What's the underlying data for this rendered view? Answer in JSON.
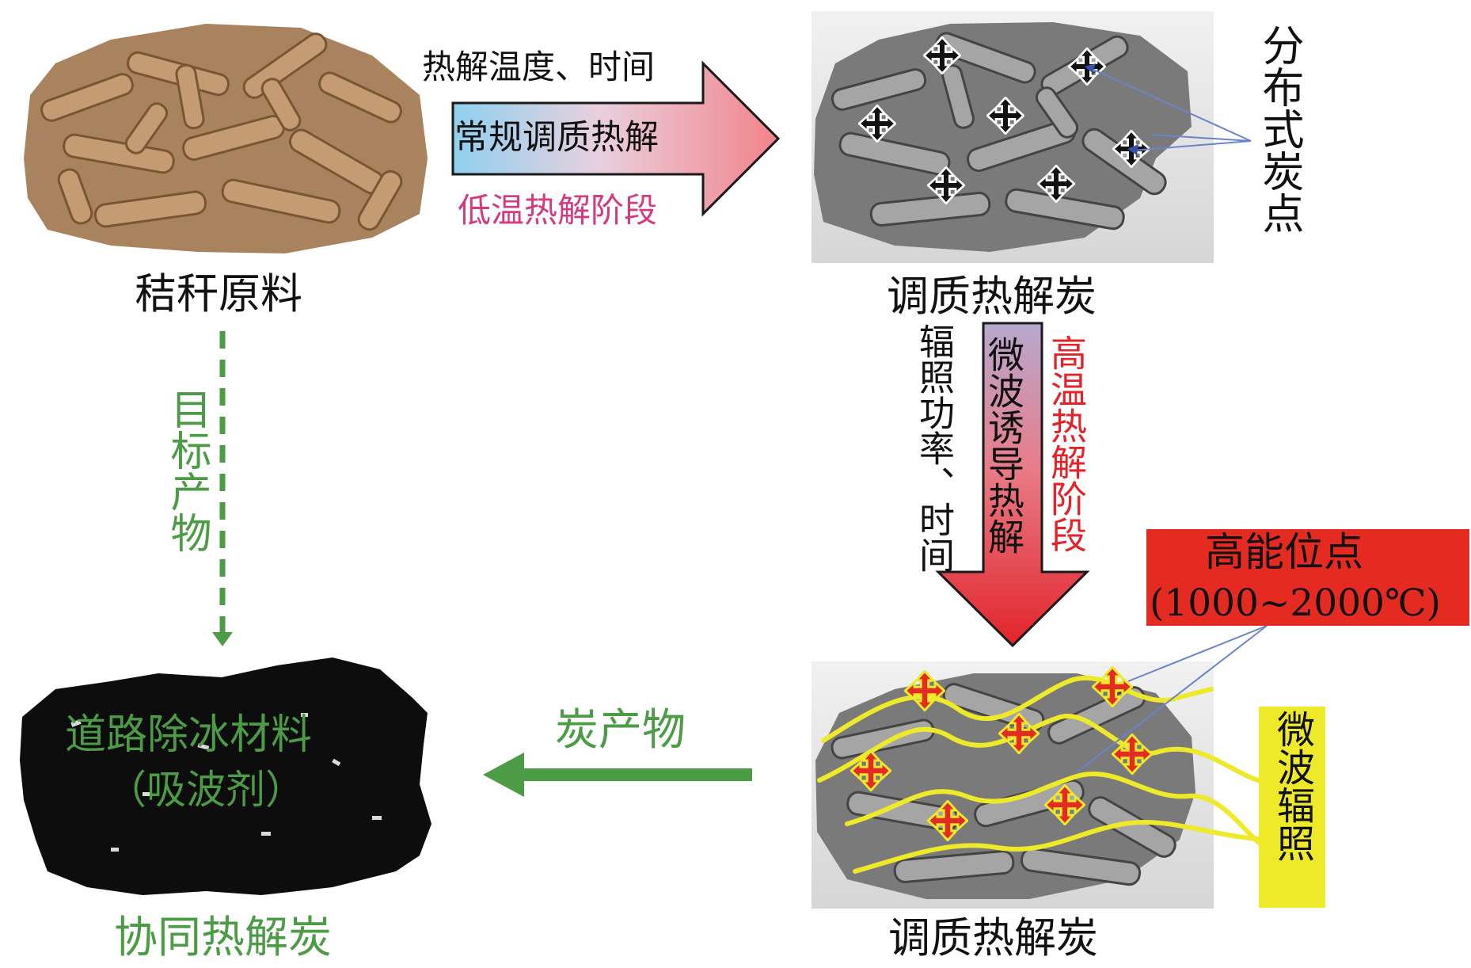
{
  "colors": {
    "green": "#4c9b45",
    "pink": "#d5397f",
    "red": "#e2242a",
    "yellow": "#eeea2a",
    "high_energy_box": "#e52a22",
    "black_text": "#111111"
  },
  "nodes": {
    "raw_material": {
      "caption": "秸秆原料"
    },
    "conditioned_char_top": {
      "caption": "调质热解炭"
    },
    "conditioned_char_bottom": {
      "caption": "调质热解炭"
    },
    "cosynergy_char": {
      "caption": "协同热解炭",
      "overlay_line1": "道路除冰材料",
      "overlay_line2": "（吸波剂）"
    }
  },
  "arrow_top": {
    "above_label": "热解温度、时间",
    "inner_label": "常规调质热解",
    "below_label": "低温热解阶段"
  },
  "arrow_right": {
    "left_label": "辐照功率、时间",
    "inner_label": "微波诱导热解",
    "right_label": "高温热解阶段"
  },
  "arrow_left": {
    "label": "炭产物"
  },
  "arrow_dashed": {
    "label": "目标产物"
  },
  "annotations": {
    "distributed_carbon": "分布式炭点",
    "high_energy_line1": "高能位点",
    "high_energy_line2": "(1000~2000℃)",
    "microwave": "微波辐照"
  }
}
